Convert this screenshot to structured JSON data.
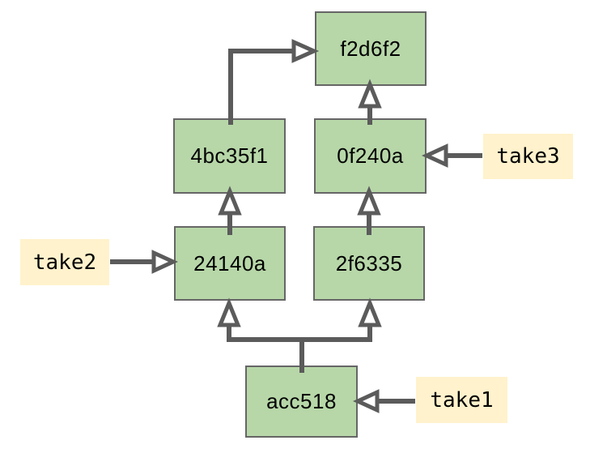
{
  "diagram": {
    "type": "commit-graph",
    "nodes": [
      {
        "id": "f2d6f2",
        "label": "f2d6f2"
      },
      {
        "id": "4bc35f1",
        "label": "4bc35f1"
      },
      {
        "id": "0f240a",
        "label": "0f240a"
      },
      {
        "id": "24140a",
        "label": "24140a"
      },
      {
        "id": "2f6335",
        "label": "2f6335"
      },
      {
        "id": "acc518",
        "label": "acc518"
      }
    ],
    "tags": [
      {
        "id": "take1",
        "label": "take1",
        "points_to": "acc518"
      },
      {
        "id": "take2",
        "label": "take2",
        "points_to": "24140a"
      },
      {
        "id": "take3",
        "label": "take3",
        "points_to": "0f240a"
      }
    ],
    "edges": [
      {
        "from": "24140a",
        "to": "4bc35f1",
        "style": "open-arrow-up"
      },
      {
        "from": "2f6335",
        "to": "0f240a",
        "style": "open-arrow-up"
      },
      {
        "from": "0f240a",
        "to": "f2d6f2",
        "style": "open-arrow-up"
      },
      {
        "from": "4bc35f1",
        "to": "f2d6f2",
        "style": "open-arrow-elbow-right"
      },
      {
        "from": "acc518",
        "to": "24140a",
        "style": "open-arrow-fork"
      },
      {
        "from": "acc518",
        "to": "2f6335",
        "style": "open-arrow-fork"
      },
      {
        "from": "take2",
        "to": "24140a",
        "style": "open-arrow-right"
      },
      {
        "from": "take3",
        "to": "0f240a",
        "style": "open-arrow-left"
      },
      {
        "from": "take1",
        "to": "acc518",
        "style": "open-arrow-left"
      }
    ]
  },
  "colors": {
    "node_fill": "#b7d7a8",
    "node_border": "#666666",
    "tag_fill": "#fff2cc",
    "arrow": "#5b5b5b",
    "background": "#ffffff",
    "text": "#000000"
  }
}
